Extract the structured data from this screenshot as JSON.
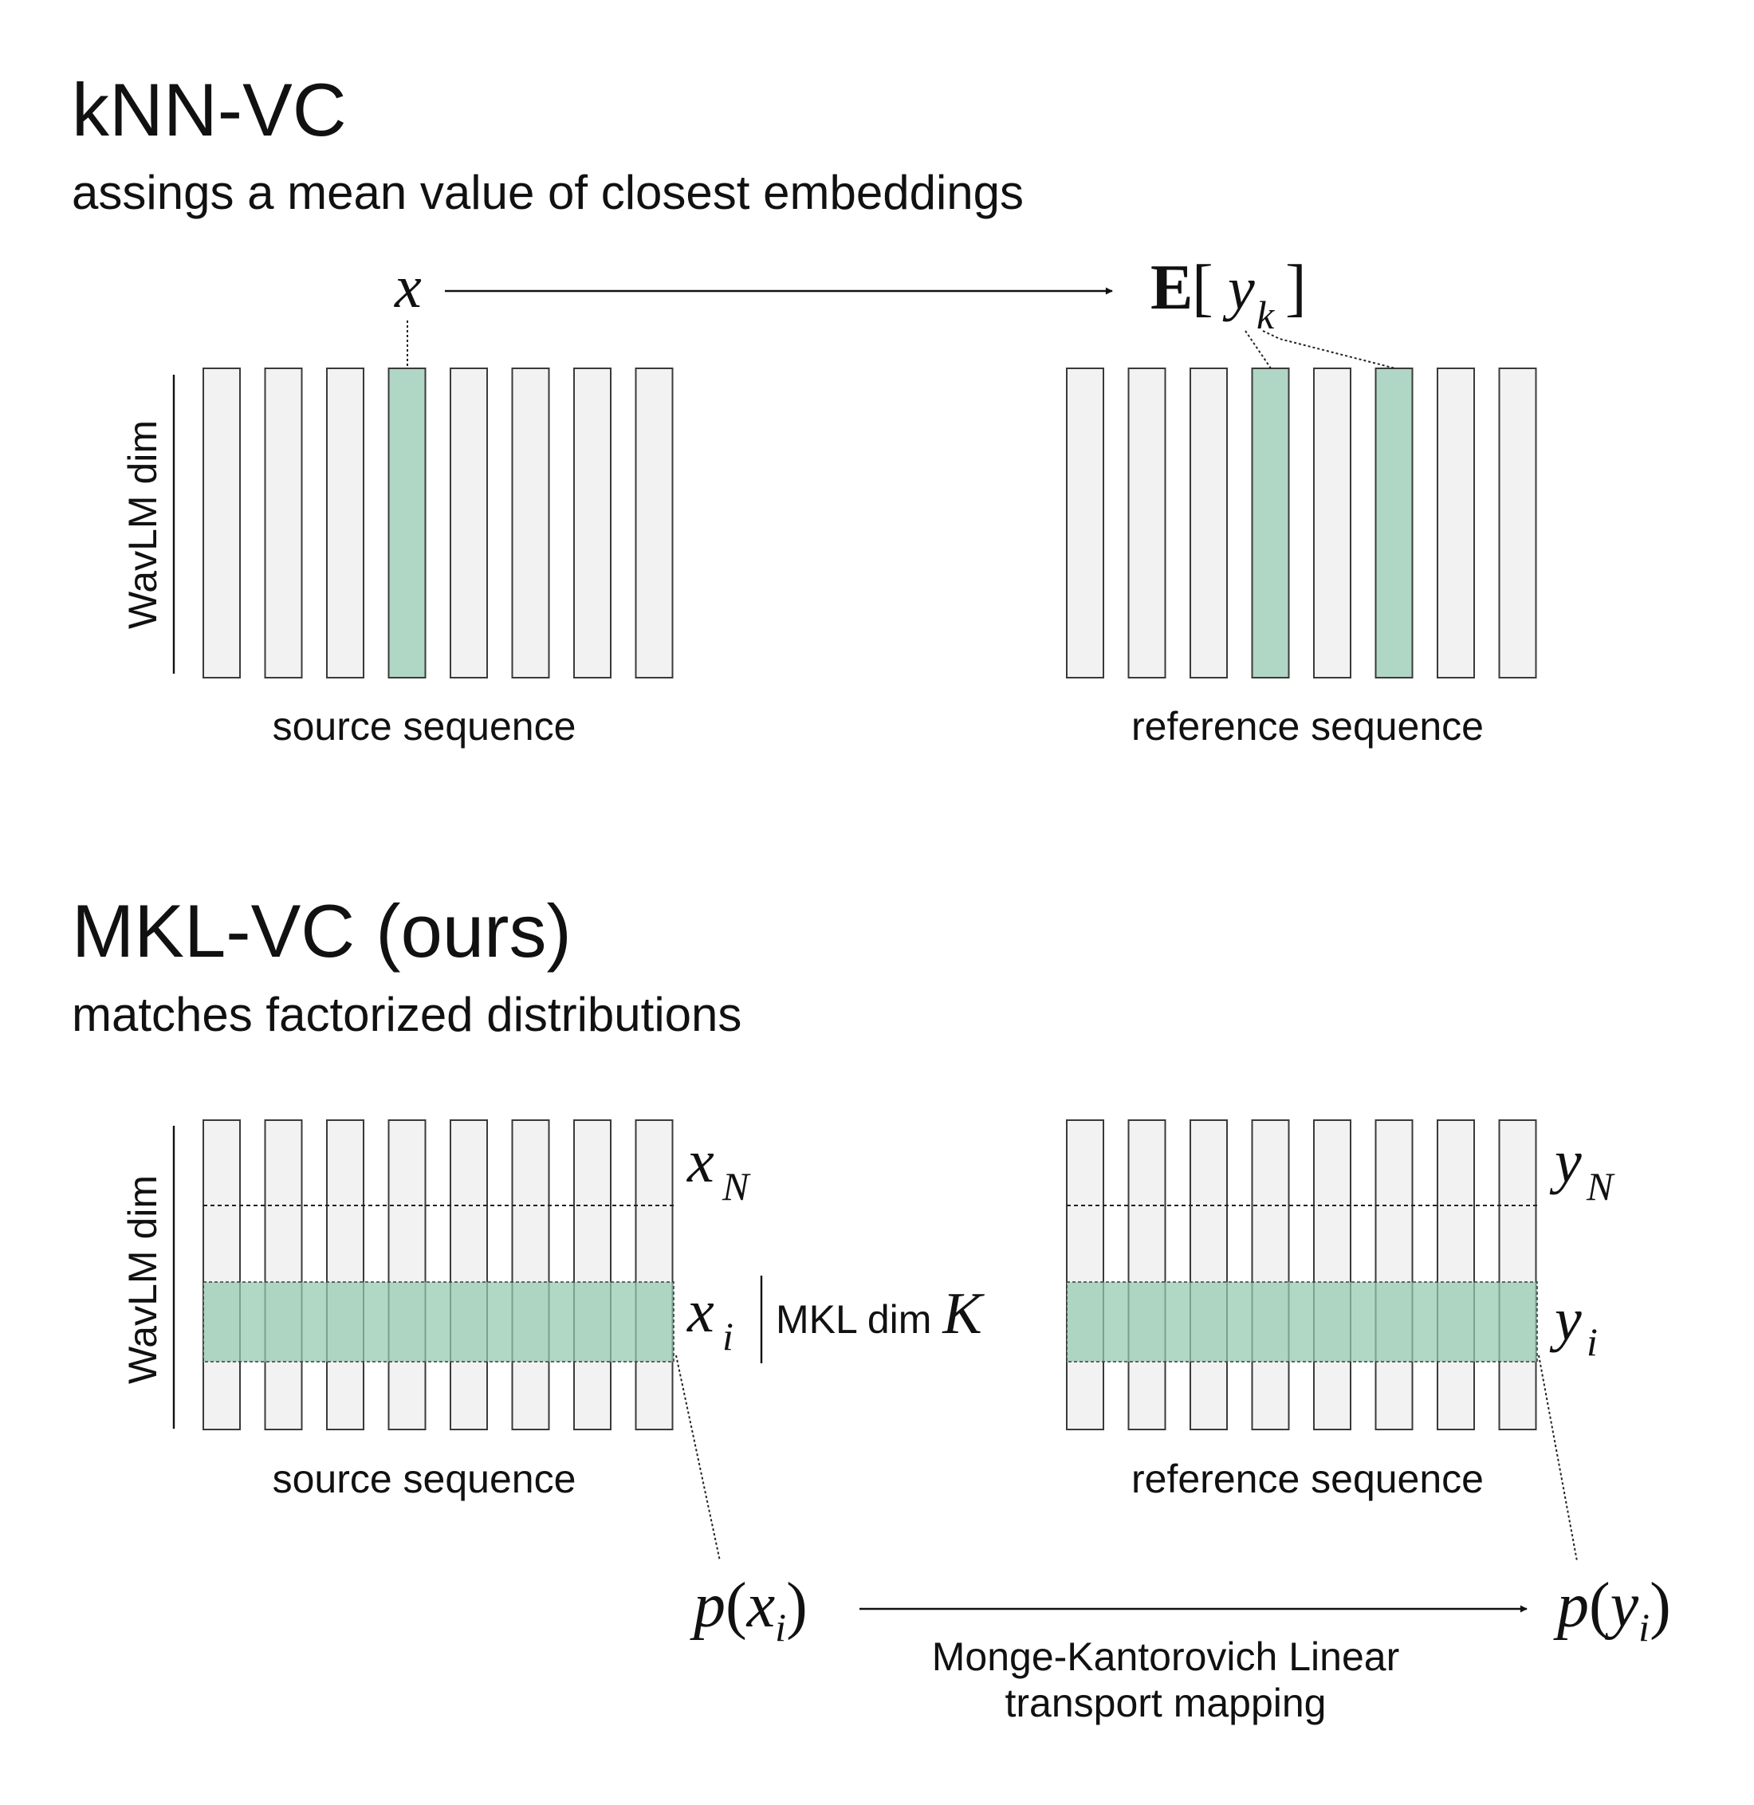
{
  "top": {
    "title": "kNN-VC",
    "subtitle": "assings a mean value of closest embeddings",
    "axis_label": "WavLM dim",
    "source_label": "source sequence",
    "reference_label": "reference sequence",
    "source_var": "x",
    "expect_symbol": "E",
    "target_open": "[",
    "target_var": "y",
    "target_sub": "k",
    "target_close": "]",
    "source_highlight": [
      3
    ],
    "reference_highlight": [
      3,
      5
    ],
    "bars_per_sequence": 8
  },
  "bottom": {
    "title": "MKL-VC (ours)",
    "subtitle": "matches factorized distributions",
    "axis_label": "WavLM dim",
    "source_label": "source sequence",
    "reference_label": "reference sequence",
    "x_var": "x",
    "x_sub_N": "N",
    "x_sub_i": "i",
    "y_var": "y",
    "y_sub_N": "N",
    "y_sub_i": "i",
    "mkl_label": "MKL dim ",
    "mkl_var": "K",
    "p_symbol": "p",
    "paren_open": "(",
    "paren_close": ")",
    "mapping_line1": "Monge-Kantorovich Linear",
    "mapping_line2": "transport mapping",
    "bars_per_sequence": 8
  },
  "colors": {
    "highlight": "#b0d6c5",
    "bar": "#f2f2f2",
    "outline": "#3a3a3a"
  }
}
